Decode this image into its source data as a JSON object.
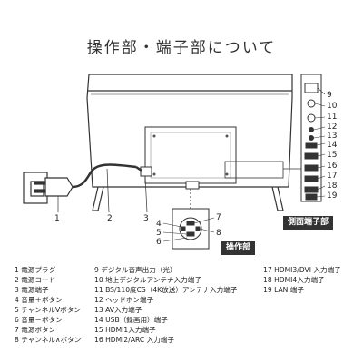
{
  "title": "操作部・端子部について",
  "badges": {
    "side_terminal": "側面端子部",
    "control": "操作部"
  },
  "callout_numbers": {
    "n1": "1",
    "n2": "2",
    "n3": "3",
    "n4": "4",
    "n5": "5",
    "n6": "6",
    "n7": "7",
    "n8": "8",
    "n9": "9",
    "n10": "10",
    "n11": "11",
    "n12": "12",
    "n13": "13",
    "n14": "14",
    "n15": "15",
    "n16": "16",
    "n17": "17",
    "n18": "18",
    "n19": "19"
  },
  "legend": {
    "col1": [
      "1 電源プラグ",
      "2 電源コード",
      "3 電源端子",
      "4 音量＋ボタン",
      "5 チャンネルVボタン",
      "6 音量－ボタン",
      "7 電源ボタン",
      "8 チャンネル∧ボタン"
    ],
    "col2": [
      "9 デジタル音声出力（光）",
      "10 地上デジタルアンテナ入力端子",
      "11 BS/110度CS（4K放送）アンテナ入力端子",
      "12 ヘッドホン端子",
      "13 AV入力端子",
      "14 USB（録画用）端子",
      "15 HDMI1入力端子",
      "16 HDMI2/ARC 入力端子"
    ],
    "col3": [
      "17 HDMI3/DVI 入力端子",
      "18 HDMI4入力端子",
      "19 LAN 端子"
    ]
  }
}
